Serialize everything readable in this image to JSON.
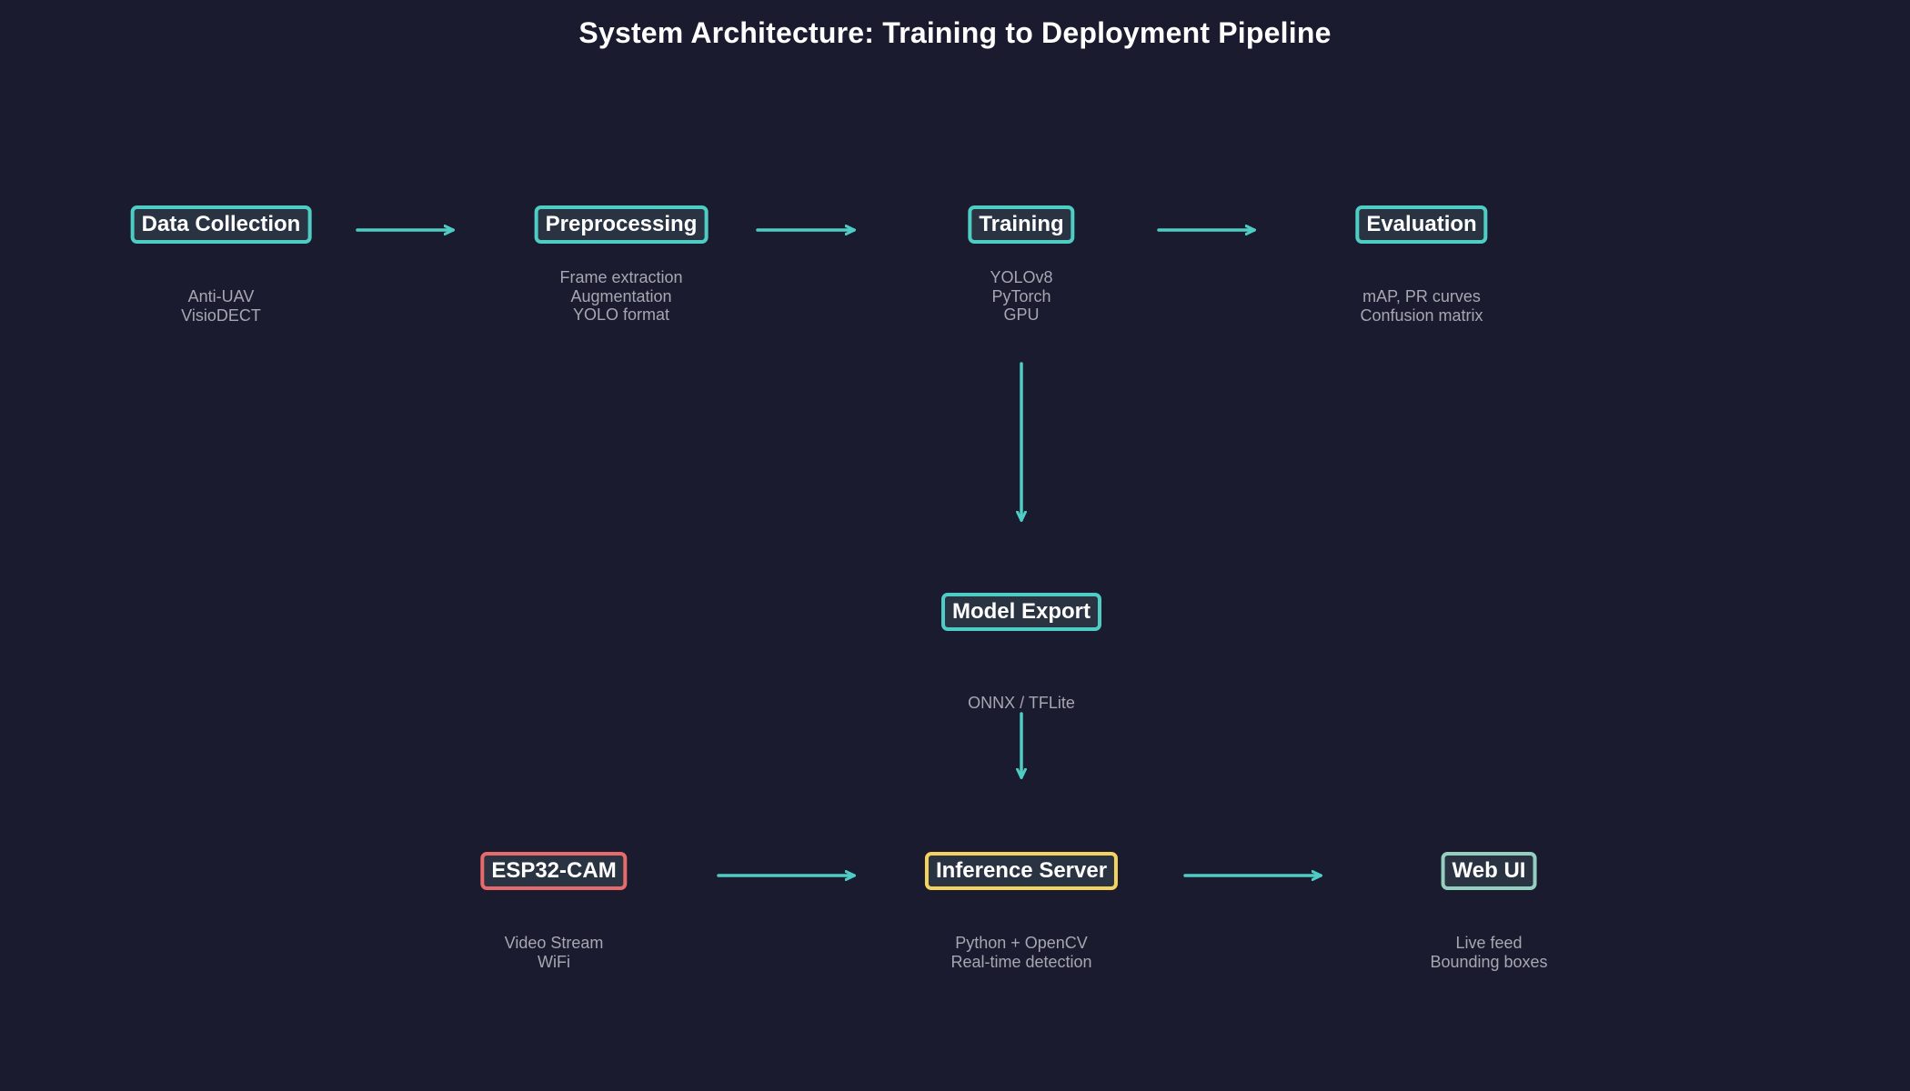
{
  "title": "System Architecture: Training to Deployment Pipeline",
  "colors": {
    "background": "#1a1b2e",
    "accent": "#4ecdc4",
    "node_fill": "#2a3342",
    "esp32_border": "#e86b6b",
    "inference_border": "#f4d35e",
    "webui_border": "#95cfc0",
    "description_text": "#a6a7b1"
  },
  "nodes": {
    "data_collection": {
      "label": "Data Collection",
      "desc": [
        "Anti-UAV",
        "VisioDECT"
      ]
    },
    "preprocessing": {
      "label": "Preprocessing",
      "desc": [
        "Frame extraction",
        "Augmentation",
        "YOLO format"
      ]
    },
    "training": {
      "label": "Training",
      "desc": [
        "YOLOv8",
        "PyTorch",
        "GPU"
      ]
    },
    "evaluation": {
      "label": "Evaluation",
      "desc": [
        "mAP, PR curves",
        "Confusion matrix"
      ]
    },
    "model_export": {
      "label": "Model Export",
      "desc": [
        "ONNX / TFLite"
      ]
    },
    "esp32_cam": {
      "label": "ESP32-CAM",
      "desc": [
        "Video Stream",
        "WiFi"
      ]
    },
    "inference_server": {
      "label": "Inference Server",
      "desc": [
        "Python + OpenCV",
        "Real-time detection"
      ]
    },
    "web_ui": {
      "label": "Web UI",
      "desc": [
        "Live feed",
        "Bounding boxes"
      ]
    }
  },
  "edges": [
    [
      "data_collection",
      "preprocessing"
    ],
    [
      "preprocessing",
      "training"
    ],
    [
      "training",
      "evaluation"
    ],
    [
      "training",
      "model_export"
    ],
    [
      "model_export",
      "inference_server"
    ],
    [
      "esp32_cam",
      "inference_server"
    ],
    [
      "inference_server",
      "web_ui"
    ]
  ]
}
